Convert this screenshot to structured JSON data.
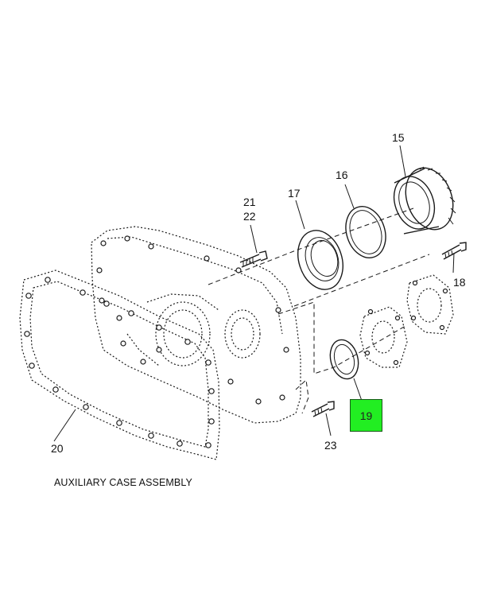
{
  "diagram": {
    "caption": "AUXILIARY CASE ASSEMBLY",
    "highlight_color": "#22ee22",
    "callouts": {
      "c15": "15",
      "c16": "16",
      "c17": "17",
      "c18": "18",
      "c19": "19",
      "c20": "20",
      "c21": "21",
      "c22": "22",
      "c23": "23"
    },
    "parts": [
      "gasket",
      "auxiliary-case",
      "bearing",
      "snap-ring",
      "seal",
      "bolt",
      "bearing-cover",
      "cover-gasket",
      "oil-seal"
    ]
  }
}
